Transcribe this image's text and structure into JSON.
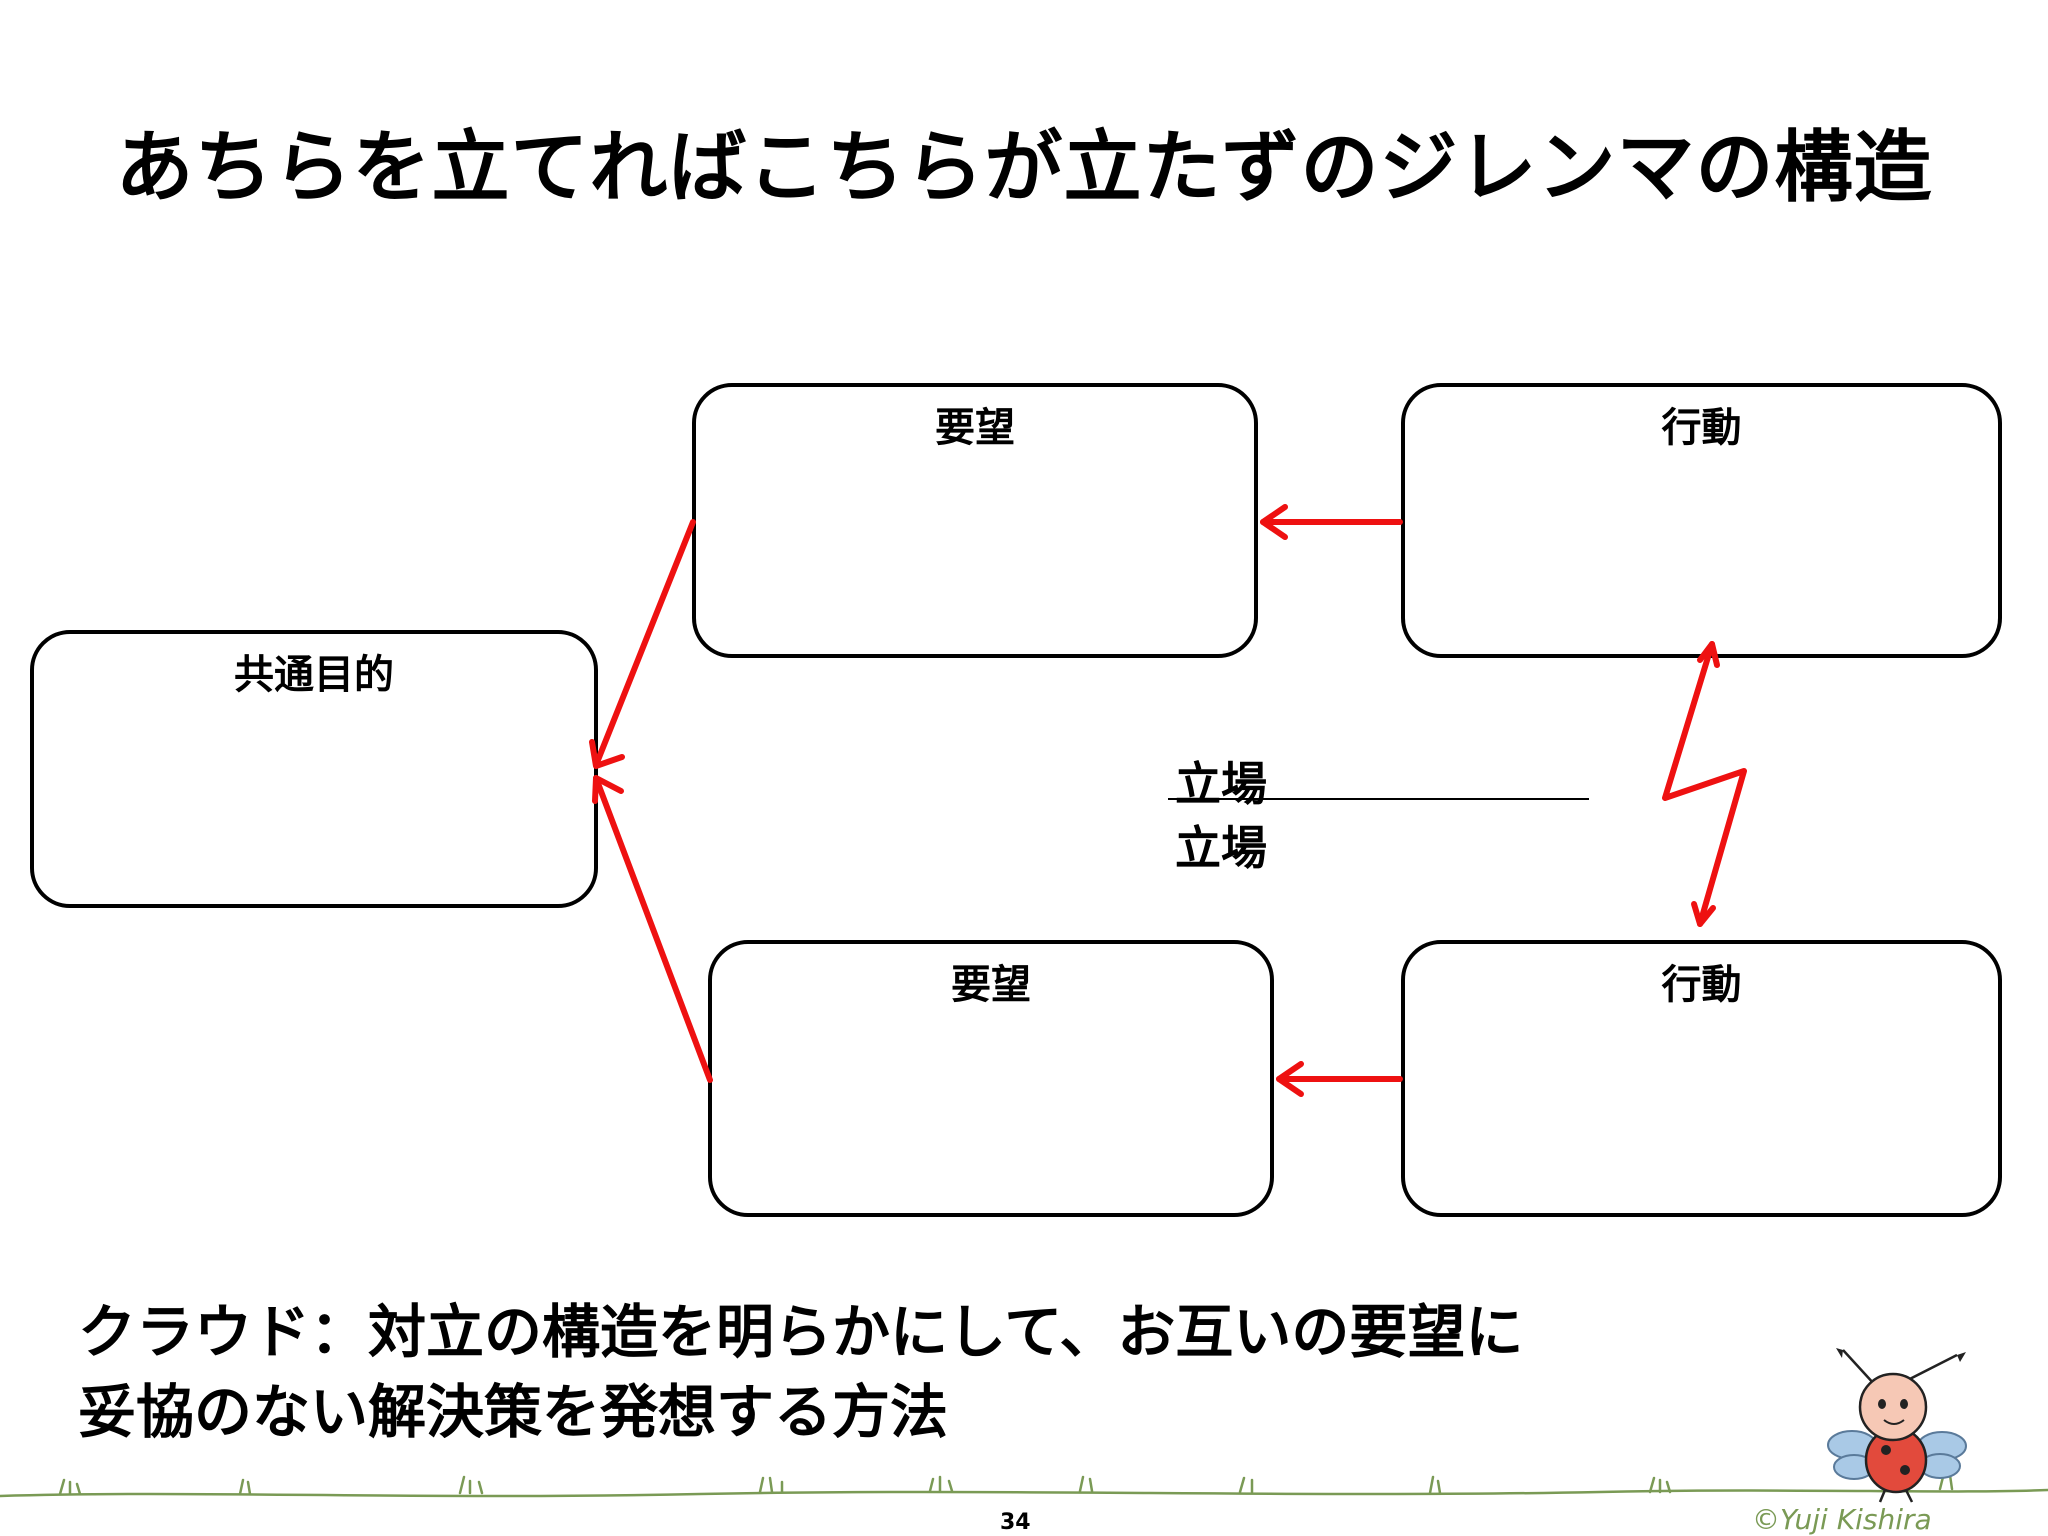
{
  "title": "あちらを立てればこちらが立たずのジレンマの構造",
  "boxes": {
    "common_goal": "共通目的",
    "desire_top": "要望",
    "action_top": "行動",
    "desire_bottom": "要望",
    "action_bottom": "行動"
  },
  "position_labels": {
    "top": "立場",
    "bottom": "立場"
  },
  "caption": {
    "line1": "クラウド：対立の構造を明らかにして、お互いの要望に",
    "line2": "妥協のない解決策を発想する方法"
  },
  "page_number": "34",
  "credit": "©Yuji Kishira",
  "colors": {
    "arrow": "#ee1111",
    "grass": "#7a9a55",
    "bug_body": "#e24a3c",
    "bug_face": "#f6c8b5",
    "wing": "#a9c9e6"
  }
}
